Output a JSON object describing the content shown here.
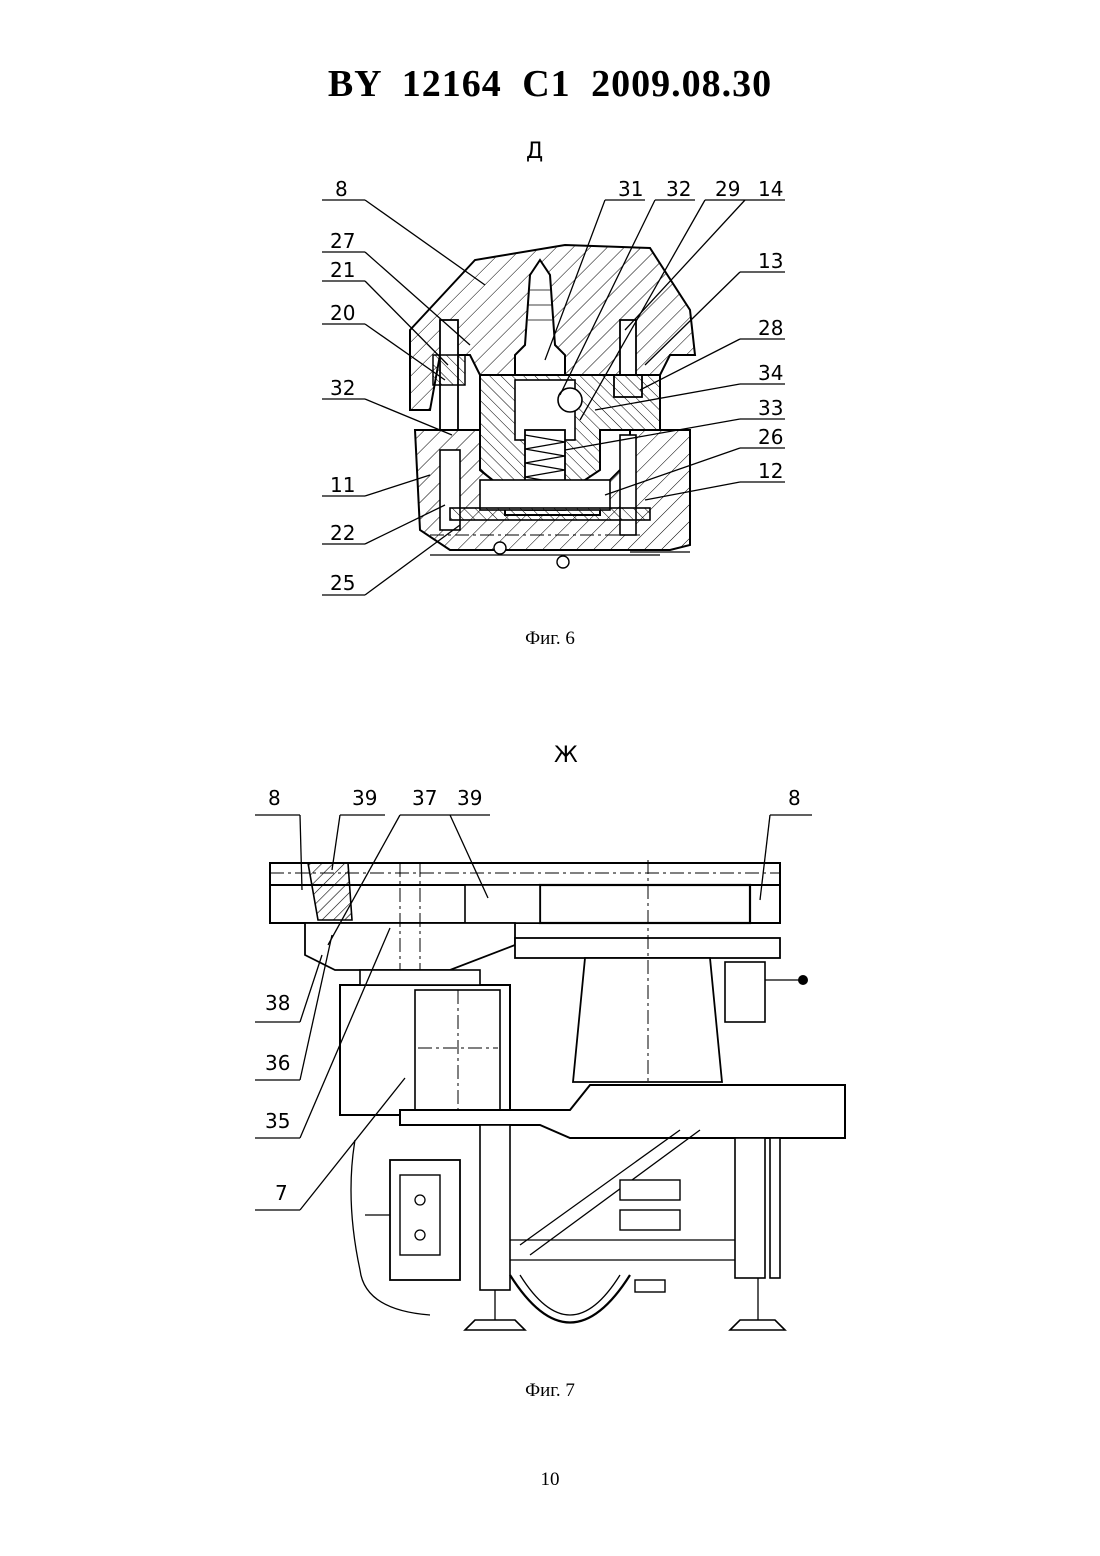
{
  "header": {
    "title": "BY  12164  C1  2009.08.30"
  },
  "figure6": {
    "view_letter": "Д",
    "caption": "Фиг. 6",
    "labels_left": [
      "8",
      "27",
      "21",
      "20",
      "32",
      "11",
      "22",
      "25"
    ],
    "labels_top": [
      "31",
      "32",
      "29",
      "14"
    ],
    "labels_right": [
      "13",
      "28",
      "34",
      "33",
      "26",
      "12"
    ]
  },
  "figure7": {
    "view_letter": "Ж",
    "caption": "Фиг. 7",
    "labels_top": [
      "8",
      "39",
      "37",
      "39",
      "8"
    ],
    "labels_left": [
      "38",
      "36",
      "35",
      "7"
    ]
  },
  "page_number": "10"
}
